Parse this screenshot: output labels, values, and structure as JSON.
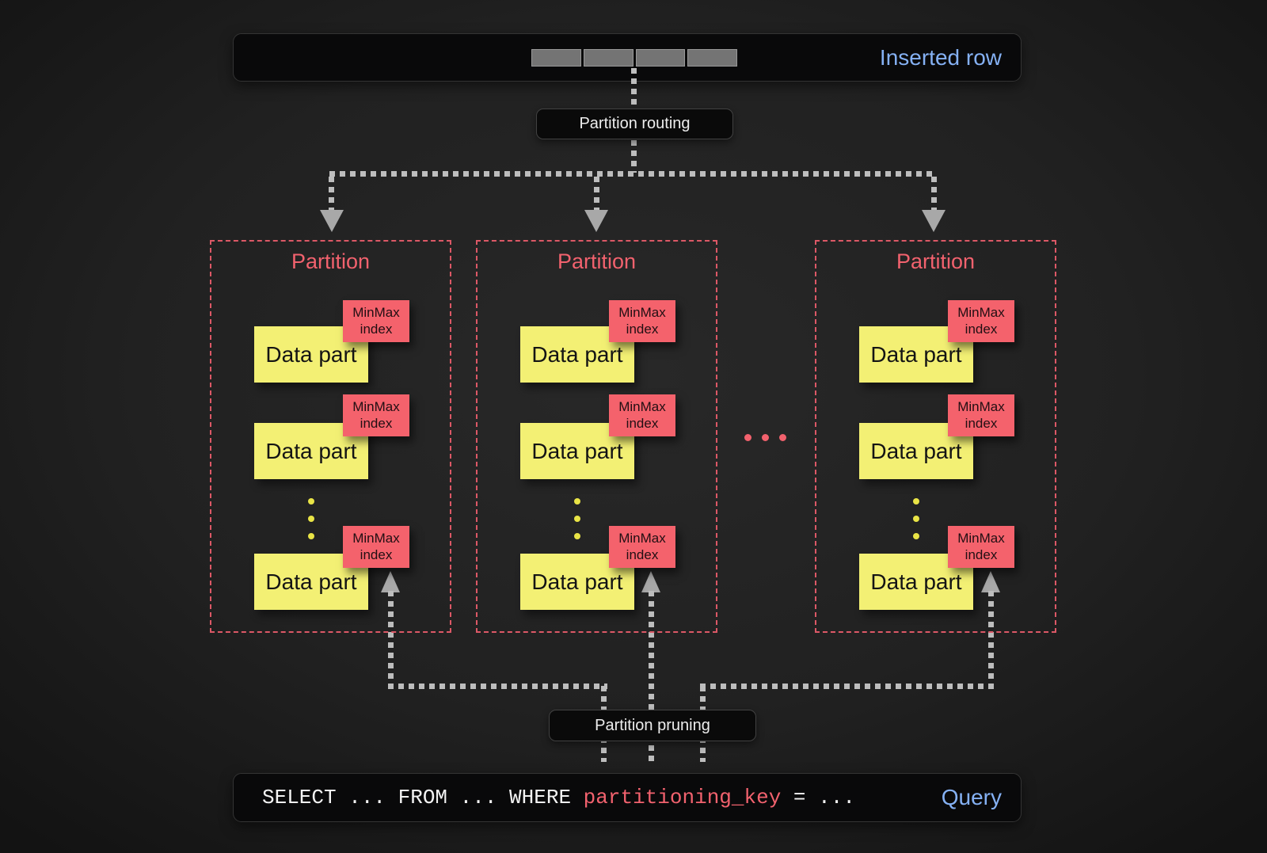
{
  "colors": {
    "background": "#212121",
    "panel_bg": "#09090a",
    "accent_blue": "#85b1f4",
    "accent_pink": "#f2626e",
    "partition_border": "#dc5866",
    "data_part_yellow": "#f3f074",
    "minmax_red": "#f4626c",
    "arrow_gray": "#bdbdbd",
    "row_cell_gray": "#747474",
    "dots_yellow": "#e9e446"
  },
  "inserted_row": {
    "label": "Inserted row",
    "cell_count": "4"
  },
  "labels": {
    "routing": "Partition routing",
    "pruning": "Partition pruning"
  },
  "ellipsis": "...",
  "partitions": [
    {
      "title": "Partition",
      "parts": [
        {
          "label": "Data part",
          "index": "MinMax index"
        },
        {
          "label": "Data part",
          "index": "MinMax index"
        },
        {
          "label": "Data part",
          "index": "MinMax index"
        }
      ]
    },
    {
      "title": "Partition",
      "parts": [
        {
          "label": "Data part",
          "index": "MinMax index"
        },
        {
          "label": "Data part",
          "index": "MinMax index"
        },
        {
          "label": "Data part",
          "index": "MinMax index"
        }
      ]
    },
    {
      "title": "Partition",
      "parts": [
        {
          "label": "Data part",
          "index": "MinMax index"
        },
        {
          "label": "Data part",
          "index": "MinMax index"
        },
        {
          "label": "Data part",
          "index": "MinMax index"
        }
      ]
    }
  ],
  "query": {
    "sql_prefix": "SELECT ... FROM ... WHERE ",
    "sql_key": "partitioning_key",
    "sql_suffix": " = ...",
    "label": "Query"
  }
}
